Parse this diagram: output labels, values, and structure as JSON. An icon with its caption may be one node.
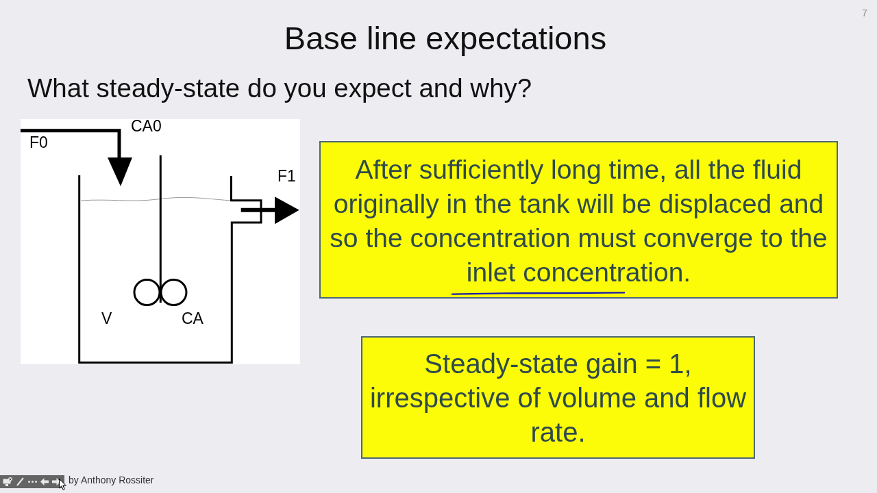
{
  "diagram": {
    "title": "Base line expectations",
    "nodes": [
      {
        "text": [
          "After sufficiently long time, all the fluid originally in the tank will be displaced and so the concentration must converge to the inlet concentration."
        ]
      },
      {
        "text": [
          "Steady-state gain = 1, irrespective of volume and flow rate."
        ]
      }
    ],
    "labels": [
      "7",
      "What steady-state do you expect and why?",
      "CA0",
      "F0",
      "F1",
      "V",
      "CA",
      "by Anthony Rossiter"
    ]
  }
}
